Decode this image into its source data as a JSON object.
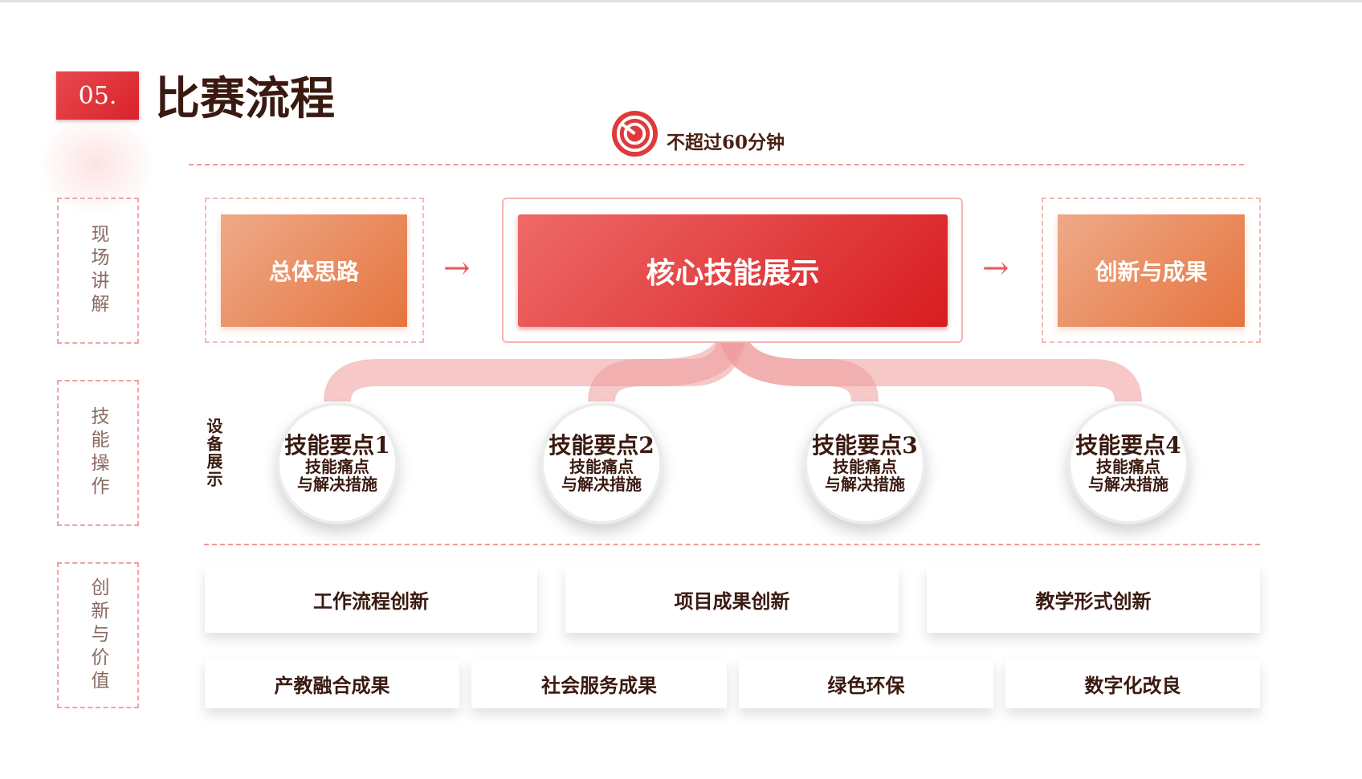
{
  "header": {
    "section_number": "05.",
    "title": "比赛流程"
  },
  "time_limit": {
    "icon": "target-icon",
    "text": "不超过60分钟"
  },
  "side_labels": [
    "现场讲解",
    "技能操作",
    "创新与价值"
  ],
  "flow": {
    "step1": "总体思路",
    "core": "核心技能展示",
    "step3": "创新与成果"
  },
  "equipment_label": "设备展示",
  "skill_points": [
    {
      "title": "技能要点1",
      "line1": "技能痛点",
      "line2": "与解决措施"
    },
    {
      "title": "技能要点2",
      "line1": "技能痛点",
      "line2": "与解决措施"
    },
    {
      "title": "技能要点3",
      "line1": "技能痛点",
      "line2": "与解决措施"
    },
    {
      "title": "技能要点4",
      "line1": "技能痛点",
      "line2": "与解决措施"
    }
  ],
  "innovation_row": [
    "工作流程创新",
    "项目成果创新",
    "教学形式创新"
  ],
  "results_row": [
    "产教融合成果",
    "社会服务成果",
    "绿色环保",
    "数字化改良"
  ],
  "colors": {
    "accent": "#d9232a",
    "orange": "#e6743f",
    "text": "#3a1a10"
  }
}
